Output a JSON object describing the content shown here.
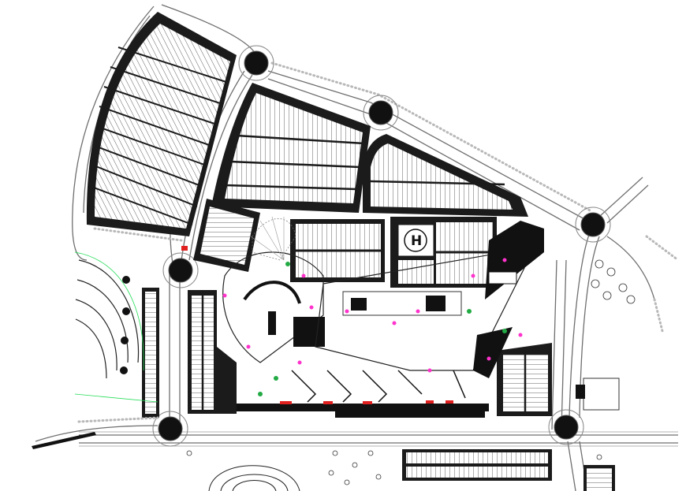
{
  "drawing": {
    "helipad_label": "H",
    "colors": {
      "background": "#ffffff",
      "pavement": "#1b1b1b",
      "road": "#6f6f6f",
      "landscape_green": "#22dd55",
      "accent_red": "#e01f1f",
      "accent_pink": "#ff33cc"
    },
    "elements": [
      "roundabouts",
      "parking-lots",
      "helipad",
      "central-building",
      "roads",
      "landscaping"
    ]
  }
}
